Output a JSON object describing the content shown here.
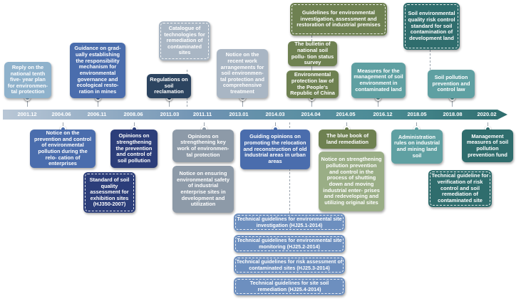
{
  "colors": {
    "timeline_start": "#b9c7d6",
    "timeline_end": "#2e6d6d",
    "light_blue": "#8fb2cc",
    "royal_blue": "#4a6dad",
    "navy": "#2c3e7a",
    "dark_navy": "#2c4460",
    "silver": "#a9b6c4",
    "steel": "#5d84ab",
    "slate": "#8d9aa8",
    "olive": "#6e8151",
    "sage": "#9aae86",
    "teal": "#5fa0a2",
    "deep_teal": "#2f6d6d",
    "tech_blue": "#6d8fbf"
  },
  "timeline": {
    "years": [
      "2001.12",
      "2004.06",
      "2006.11",
      "2008.06",
      "2011.03",
      "2011.11",
      "2013.01",
      "2014.03",
      "2014.04",
      "2014.05",
      "2016.12",
      "2018.05",
      "2018.08",
      "2020.02"
    ]
  },
  "above": [
    {
      "id": "a1",
      "text": "Reply on the national tenth five- year plan for environmen- tal protection"
    },
    {
      "id": "a2",
      "text": "Guidance on grad- ually establishing the responsibility mechanism for environmental governance and ecological resto- ration in mines"
    },
    {
      "id": "a3",
      "text": "Regulations on soil reclamation"
    },
    {
      "id": "a4",
      "text": "Catalogue of technologies for remediation of contaminated sites"
    },
    {
      "id": "a5",
      "text": "Notice on the recent work arrangements for soil environmen- tal protection and comprehensive treatment"
    },
    {
      "id": "a6",
      "text": "Guidelines for environmental investigation, assessment and restoration of industrial premises"
    },
    {
      "id": "a7",
      "text": "The bulletin of national soil pollu- tion status survey"
    },
    {
      "id": "a8",
      "text": "Environmental protection law of the People's Republic of China"
    },
    {
      "id": "a9",
      "text": "Measures for the management of soil environment in contaminated land"
    },
    {
      "id": "a10",
      "text": "Soil environmental quality risk control standard for soil contamination of development land"
    },
    {
      "id": "a11",
      "text": "Soil pollution prevention and control law"
    }
  ],
  "below": [
    {
      "id": "b1",
      "text": "Notice on the prevention and control of environmental pollution during the relo- cation of enterprises"
    },
    {
      "id": "b2",
      "text": "Opinions on strengthening the prevention and control of soil pollution"
    },
    {
      "id": "b3",
      "text": "Standard of soil quality assessment for exhibition sites (HJ350-2007)"
    },
    {
      "id": "b4",
      "text": "Opinions on strengthening key work of environmen- tal protection"
    },
    {
      "id": "b5",
      "text": "Notice on ensuring environmental safety of industrial enterprise sites in development and utilization"
    },
    {
      "id": "b6",
      "text": "Guiding opinions on promoting the relocation and reconstruction of old industrial areas in urban areas"
    },
    {
      "id": "b7",
      "text": "The blue book of land remediation"
    },
    {
      "id": "b8",
      "text": "Notice on strengthening pollution prevention and control in the process of shutting down and moving industrial enter- prises and redeveloping and utilizing original sites"
    },
    {
      "id": "b9",
      "text": "Administration rules on industrial and mining land soil"
    },
    {
      "id": "b10",
      "text": "Management measures of soil pollution prevention fund"
    },
    {
      "id": "b11",
      "text": "Technical guideline for verification of risk control and soil remediation of contaminated site"
    }
  ],
  "technical": [
    {
      "id": "t1",
      "text": "Technical guidelines for environmental site investigation (HJ25.1-2014)"
    },
    {
      "id": "t2",
      "text": "Technical guidelines for environmental site monitoring (HJ25.2-2014)"
    },
    {
      "id": "t3",
      "text": "Technical guidelines for risk assessment of contaminated sites (HJ25.3-2014)"
    },
    {
      "id": "t4",
      "text": "Technical guidelines for site soil remediation (HJ25.4-2014)"
    }
  ]
}
